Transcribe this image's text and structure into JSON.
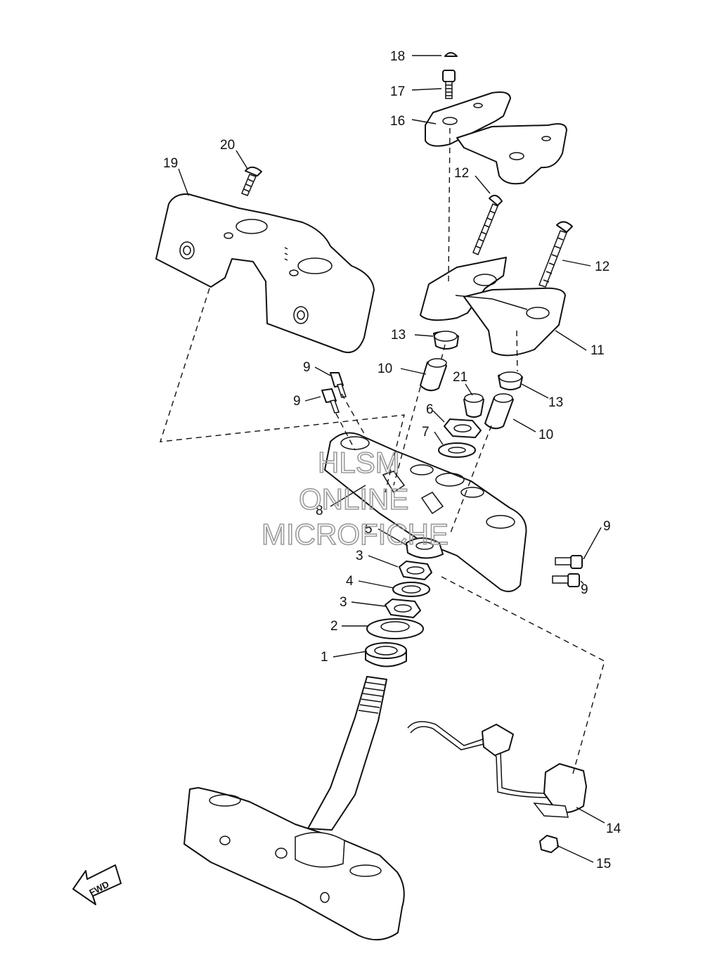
{
  "callouts": [
    {
      "id": "18",
      "label": "18"
    },
    {
      "id": "17",
      "label": "17"
    },
    {
      "id": "16",
      "label": "16"
    },
    {
      "id": "20",
      "label": "20"
    },
    {
      "id": "19",
      "label": "19"
    },
    {
      "id": "12a",
      "label": "12"
    },
    {
      "id": "12b",
      "label": "12"
    },
    {
      "id": "13a",
      "label": "13"
    },
    {
      "id": "11",
      "label": "11"
    },
    {
      "id": "10a",
      "label": "10"
    },
    {
      "id": "21",
      "label": "21"
    },
    {
      "id": "13b",
      "label": "13"
    },
    {
      "id": "9a",
      "label": "9"
    },
    {
      "id": "9b",
      "label": "9"
    },
    {
      "id": "6",
      "label": "6"
    },
    {
      "id": "10b",
      "label": "10"
    },
    {
      "id": "7",
      "label": "7"
    },
    {
      "id": "8",
      "label": "8"
    },
    {
      "id": "9c",
      "label": "9"
    },
    {
      "id": "5",
      "label": "5"
    },
    {
      "id": "9d",
      "label": "9"
    },
    {
      "id": "3a",
      "label": "3"
    },
    {
      "id": "4",
      "label": "4"
    },
    {
      "id": "3b",
      "label": "3"
    },
    {
      "id": "2",
      "label": "2"
    },
    {
      "id": "1",
      "label": "1"
    },
    {
      "id": "14",
      "label": "14"
    },
    {
      "id": "15",
      "label": "15"
    }
  ],
  "fwd_label": "FWD",
  "watermark": {
    "line1": "HLSM",
    "line2": "ONLINE",
    "line3": "MICROFICHE"
  }
}
